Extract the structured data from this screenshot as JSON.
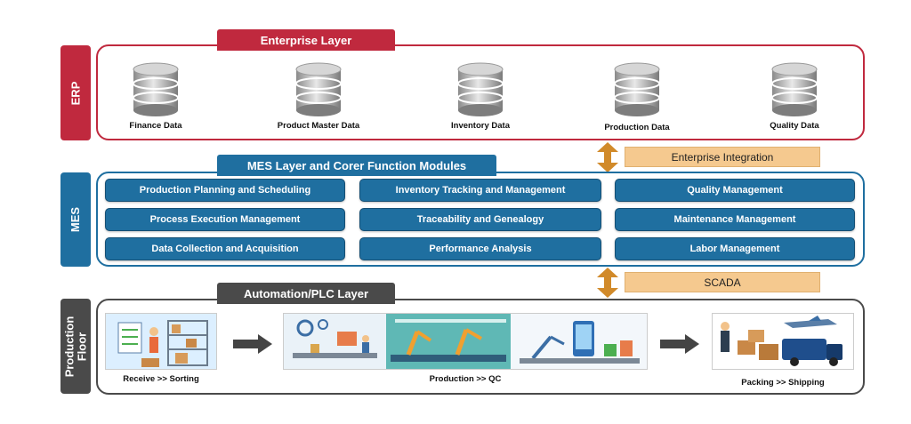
{
  "erp": {
    "side_label": "ERP",
    "banner": "Enterprise Layer",
    "databases": [
      "Finance Data",
      "Product Master Data",
      "Inventory Data",
      "Production Data",
      "Quality Data"
    ]
  },
  "integration": {
    "enterprise": "Enterprise Integration",
    "scada": "SCADA"
  },
  "mes": {
    "side_label": "MES",
    "banner": "MES Layer and Corer Function Modules",
    "modules": [
      "Production Planning and Scheduling",
      "Inventory Tracking and Management",
      "Quality Management",
      "Process Execution Management",
      "Traceability and Genealogy",
      "Maintenance Management",
      "Data Collection and Acquisition",
      "Performance Analysis",
      "Labor Management"
    ]
  },
  "floor": {
    "side_label": "Production Floor",
    "banner": "Automation/PLC Layer",
    "stages": [
      "Receive >> Sorting",
      "Production >> QC",
      "Packing >> Shipping"
    ]
  },
  "colors": {
    "erp": "#c0293e",
    "mes": "#1f6fa0",
    "floor": "#4a4a4a",
    "integration": "#f5c98f",
    "arrow": "#d18a2a"
  }
}
